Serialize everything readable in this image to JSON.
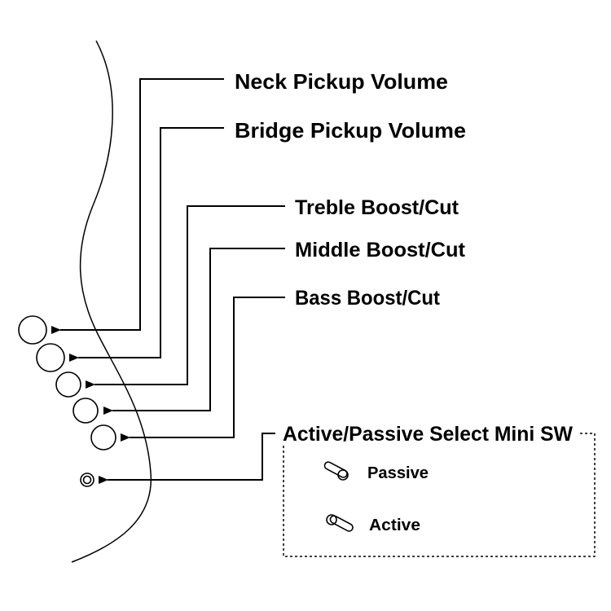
{
  "labels": {
    "neck_volume": "Neck Pickup Volume",
    "bridge_volume": "Bridge Pickup Volume",
    "treble": "Treble Boost/Cut",
    "middle": "Middle Boost/Cut",
    "bass": "Bass Boost/Cut",
    "mini_switch": "Active/Passive Select Mini SW"
  },
  "switch_positions": {
    "passive": "Passive",
    "active": "Active"
  },
  "colors": {
    "line": "#000000",
    "background": "#ffffff"
  }
}
